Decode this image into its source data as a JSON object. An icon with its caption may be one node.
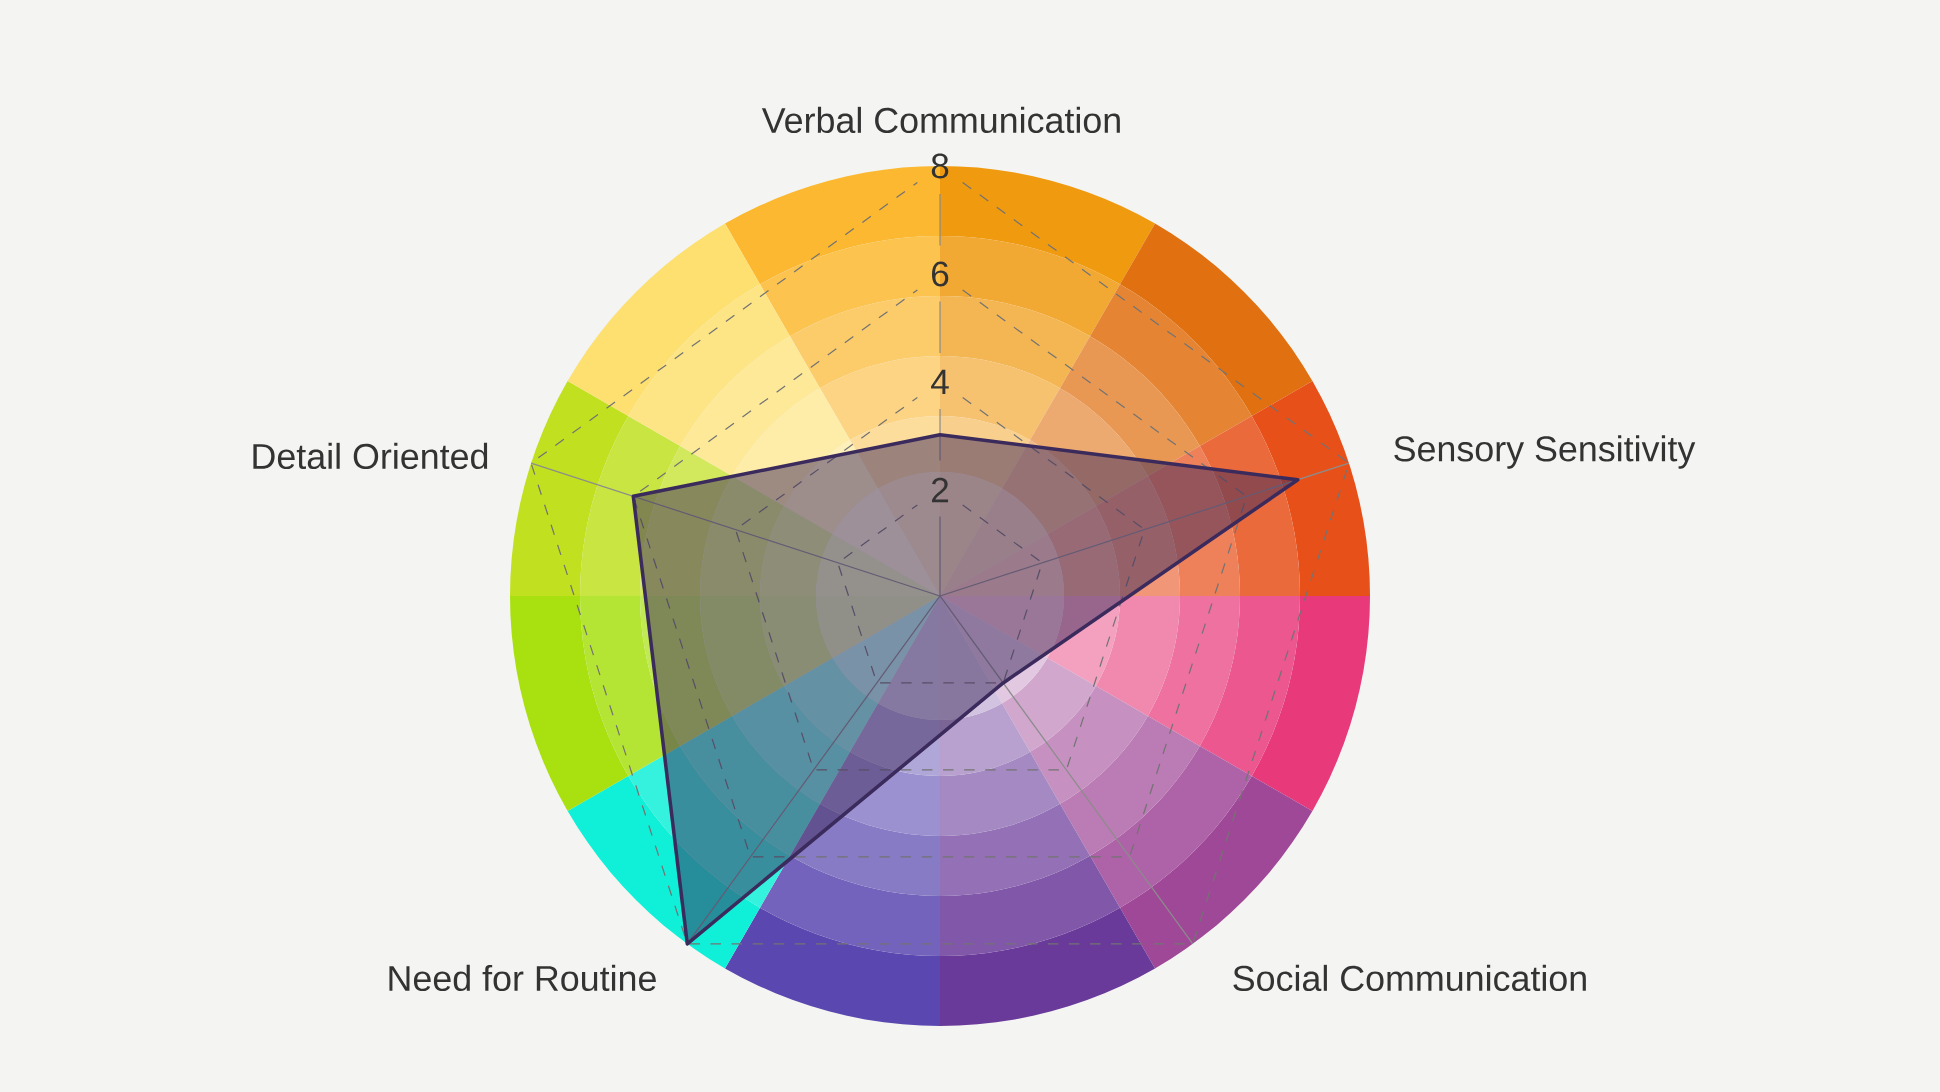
{
  "diagram": {
    "labels": [
      "Verbal Communication",
      "8",
      "6",
      "4",
      "Detail Oriented",
      "Sensory Sensitivity",
      "2",
      "Need for Routine",
      "Social Communication"
    ]
  }
}
